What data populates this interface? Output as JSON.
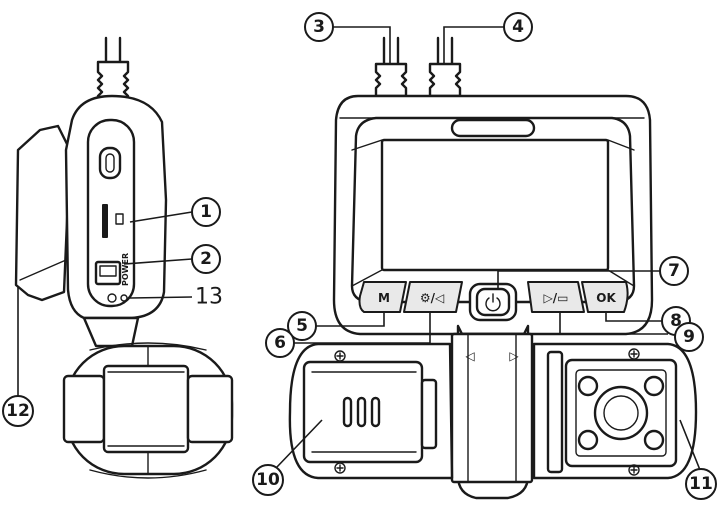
{
  "callouts": [
    {
      "id": "1",
      "label": "1"
    },
    {
      "id": "2",
      "label": "2"
    },
    {
      "id": "3",
      "label": "3"
    },
    {
      "id": "4",
      "label": "4"
    },
    {
      "id": "5",
      "label": "5"
    },
    {
      "id": "6",
      "label": "6"
    },
    {
      "id": "7",
      "label": "7"
    },
    {
      "id": "8",
      "label": "8"
    },
    {
      "id": "9",
      "label": "9"
    },
    {
      "id": "10",
      "label": "10"
    },
    {
      "id": "11",
      "label": "11"
    },
    {
      "id": "12",
      "label": "12"
    },
    {
      "id": "13",
      "label": "13"
    }
  ],
  "side_view": {
    "power_port_label": "POWER"
  },
  "front_view": {
    "buttons": {
      "mode": "M",
      "menu_back": "⚙/◁",
      "play_next": "▷/▭",
      "ok": "OK"
    },
    "power_button_icon": "power-icon",
    "swivel_arrows": [
      "◁",
      "▷"
    ]
  },
  "colors": {
    "line": "#1a1a1a",
    "fill": "#ffffff",
    "shade": "#e9e9e9"
  }
}
